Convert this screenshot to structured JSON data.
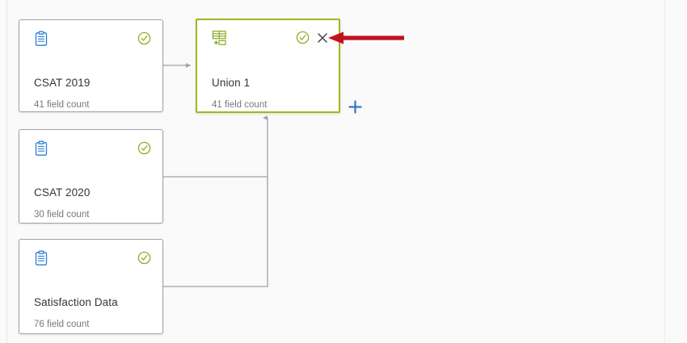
{
  "canvas": {
    "background_color": "#fafafa",
    "connector_color": "#9aa3ad"
  },
  "nodes": [
    {
      "id": "csat-2019",
      "title": "CSAT 2019",
      "subtitle": "41 field count",
      "icon": "clipboard-icon",
      "icon_color": "#2b7fd4",
      "status_icon": "check-circle-icon",
      "status_color": "#8ead22",
      "selected": false,
      "closable": false
    },
    {
      "id": "union-1",
      "title": "Union 1",
      "subtitle": "41 field count",
      "icon": "union-table-icon",
      "icon_color": "#8ead22",
      "status_icon": "check-circle-icon",
      "status_color": "#8ead22",
      "selected": true,
      "selected_border_color": "#9fb91f",
      "closable": true,
      "close_icon": "close-icon"
    },
    {
      "id": "csat-2020",
      "title": "CSAT 2020",
      "subtitle": "30 field count",
      "icon": "clipboard-icon",
      "icon_color": "#2b7fd4",
      "status_icon": "check-circle-icon",
      "status_color": "#8ead22",
      "selected": false,
      "closable": false
    },
    {
      "id": "satisfaction-data",
      "title": "Satisfaction Data",
      "subtitle": "76 field count",
      "icon": "clipboard-icon",
      "icon_color": "#2b7fd4",
      "status_icon": "check-circle-icon",
      "status_color": "#8ead22",
      "selected": false,
      "closable": false
    }
  ],
  "add_button": {
    "icon": "plus-icon",
    "color": "#2b71c4",
    "label": "+"
  },
  "annotation": {
    "type": "arrow",
    "color": "#c1121f",
    "points_to": "close-icon"
  }
}
